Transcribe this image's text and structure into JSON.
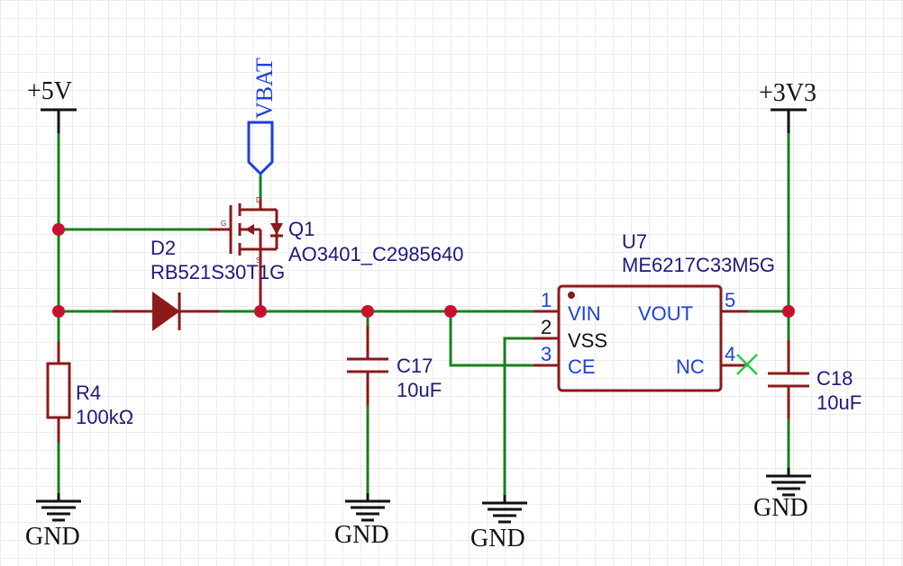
{
  "power": {
    "vcc5": "+5V",
    "vcc33": "+3V3",
    "gnd": "GND",
    "vbat": "VBAT"
  },
  "parts": {
    "q1": {
      "designator": "Q1",
      "value": "AO3401_C2985640",
      "pin_g": "G",
      "pin_d": "D",
      "pin_s": "S"
    },
    "d2": {
      "designator": "D2",
      "value": "RB521S30T1G"
    },
    "r4": {
      "designator": "R4",
      "value": "100kΩ"
    },
    "c17": {
      "designator": "C17",
      "value": "10uF"
    },
    "c18": {
      "designator": "C18",
      "value": "10uF"
    },
    "u7": {
      "designator": "U7",
      "value": "ME6217C33M5G",
      "pins": [
        {
          "num": "1",
          "name": "VIN"
        },
        {
          "num": "2",
          "name": "VSS"
        },
        {
          "num": "3",
          "name": "CE"
        },
        {
          "num": "4",
          "name": "NC"
        },
        {
          "num": "5",
          "name": "VOUT"
        }
      ]
    }
  },
  "colors": {
    "wire": "#1a7f1a",
    "component": "#8b1a1a",
    "junction": "#c8102e",
    "net_label": "#1c3fe0",
    "designator": "#1b1b7a",
    "no_connect": "#22cc44"
  }
}
